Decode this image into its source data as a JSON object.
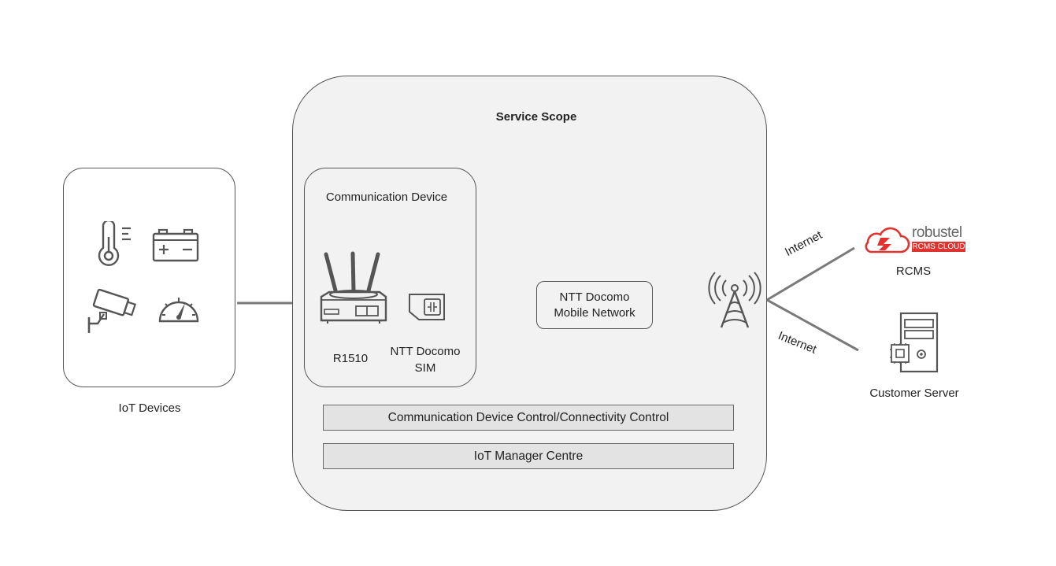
{
  "service_scope": {
    "title": "Service Scope"
  },
  "communication_device": {
    "title": "Communication Device",
    "router_label": "R1510",
    "sim_label": "NTT Docomo\nSIM"
  },
  "mobile_network": {
    "label": "NTT Docomo\nMobile Network"
  },
  "control_bars": {
    "connectivity": "Communication Device Control/Connectivity Control",
    "manager": "IoT Manager Centre"
  },
  "iot_devices": {
    "label": "IoT Devices",
    "icons": [
      "thermometer-icon",
      "battery-icon",
      "camera-icon",
      "gauge-icon"
    ]
  },
  "links": {
    "internet_top": "Internet",
    "internet_bottom": "Internet"
  },
  "rcms": {
    "label": "RCMS",
    "logo_brand": "robustel",
    "logo_badge": "RCMS CLOUD",
    "brand_color": "#e0332f"
  },
  "customer_server": {
    "label": "Customer Server"
  },
  "colors": {
    "line": "#7a7a7a",
    "box_fill": "#f2f2f2",
    "bar_fill": "#e3e3e3"
  }
}
